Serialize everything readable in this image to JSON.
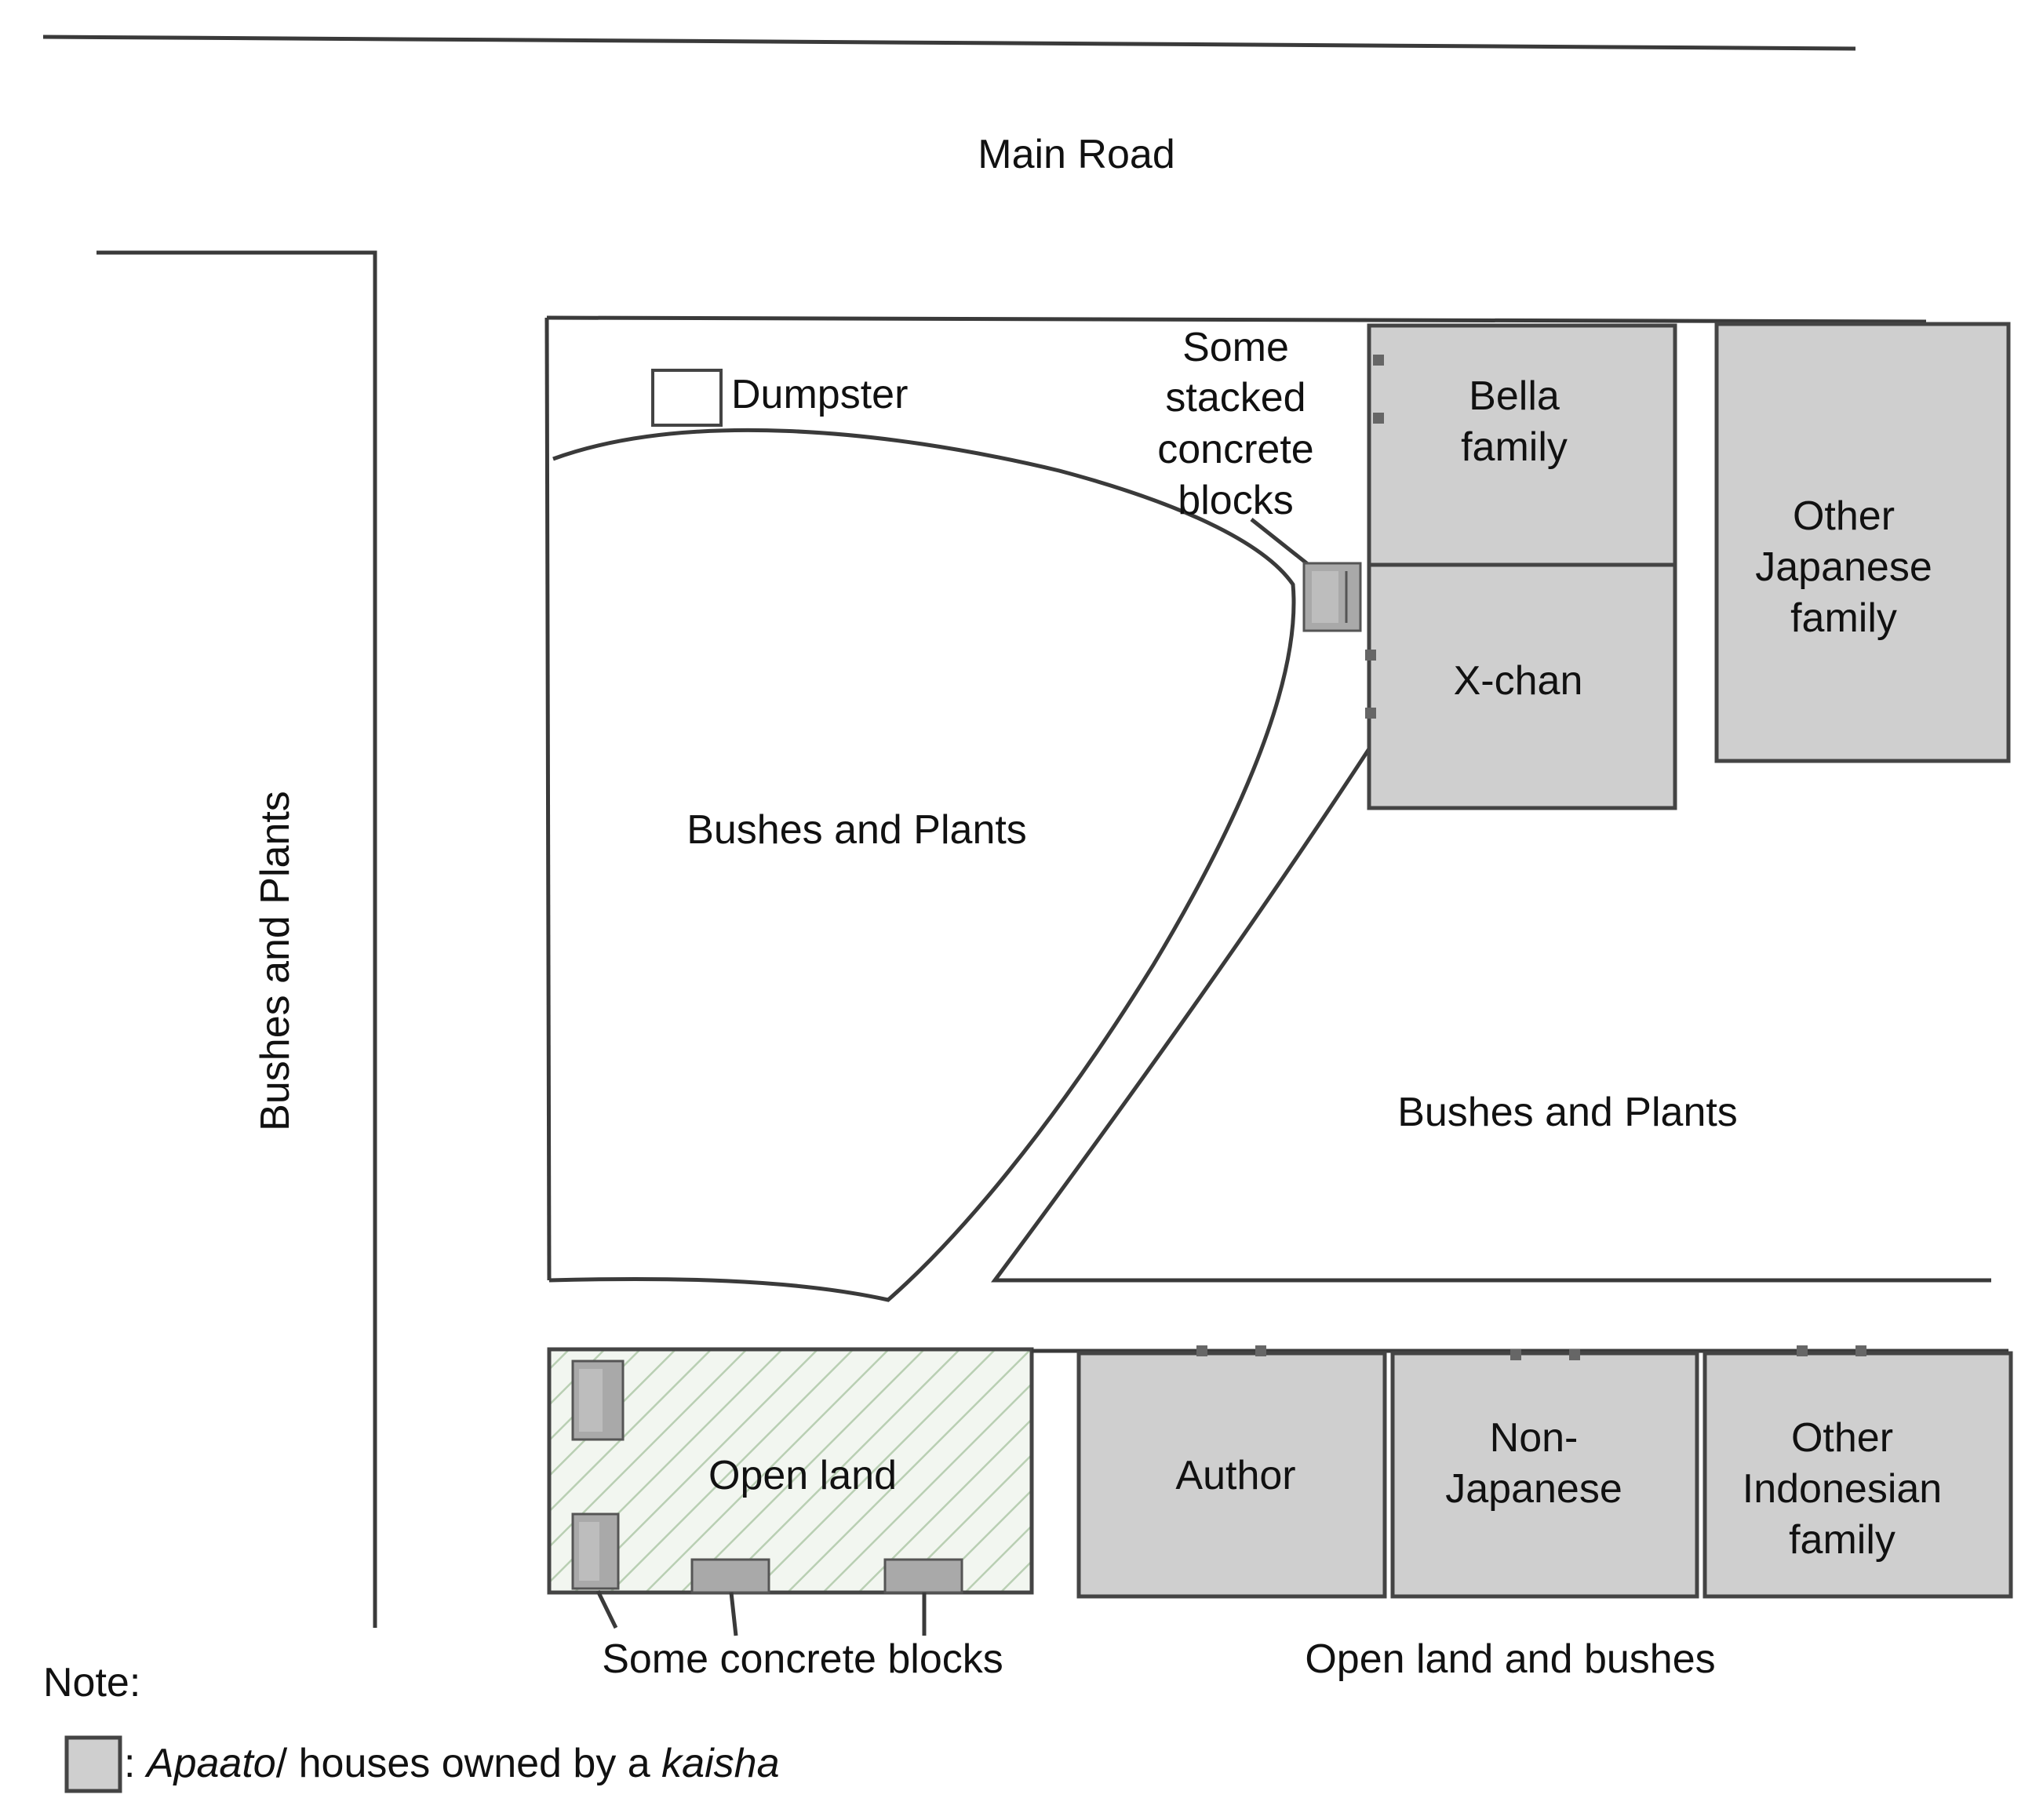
{
  "roads": {
    "main": "Main Road"
  },
  "areas": {
    "bushes_west": "Bushes and Plants",
    "bushes_center": "Bushes and Plants",
    "bushes_east": "Bushes and Plants",
    "open_land": "Open land",
    "open_land_bushes": "Open land and bushes"
  },
  "objects": {
    "dumpster": "Dumpster",
    "stacked_blocks": [
      "Some",
      "stacked",
      "concrete",
      "blocks"
    ],
    "concrete_blocks": "Some concrete blocks"
  },
  "houses": {
    "bella": [
      "Bella",
      "family"
    ],
    "xchan": [
      "X-chan"
    ],
    "other_japanese": [
      "Other",
      "Japanese",
      "family"
    ],
    "author": [
      "Author"
    ],
    "non_japanese": [
      "Non-",
      "Japanese"
    ],
    "other_indonesian": [
      "Other",
      "Indonesian",
      "family"
    ]
  },
  "legend": {
    "title": "Note:",
    "prefix": ": ",
    "term1": "Apaato",
    "slash": "/",
    "middle": " houses owned by a ",
    "term2": "kaisha"
  },
  "colors": {
    "house_fill": "#cfcfcf",
    "outline": "#3a3a3a",
    "hatch": "#b9cfb3"
  }
}
